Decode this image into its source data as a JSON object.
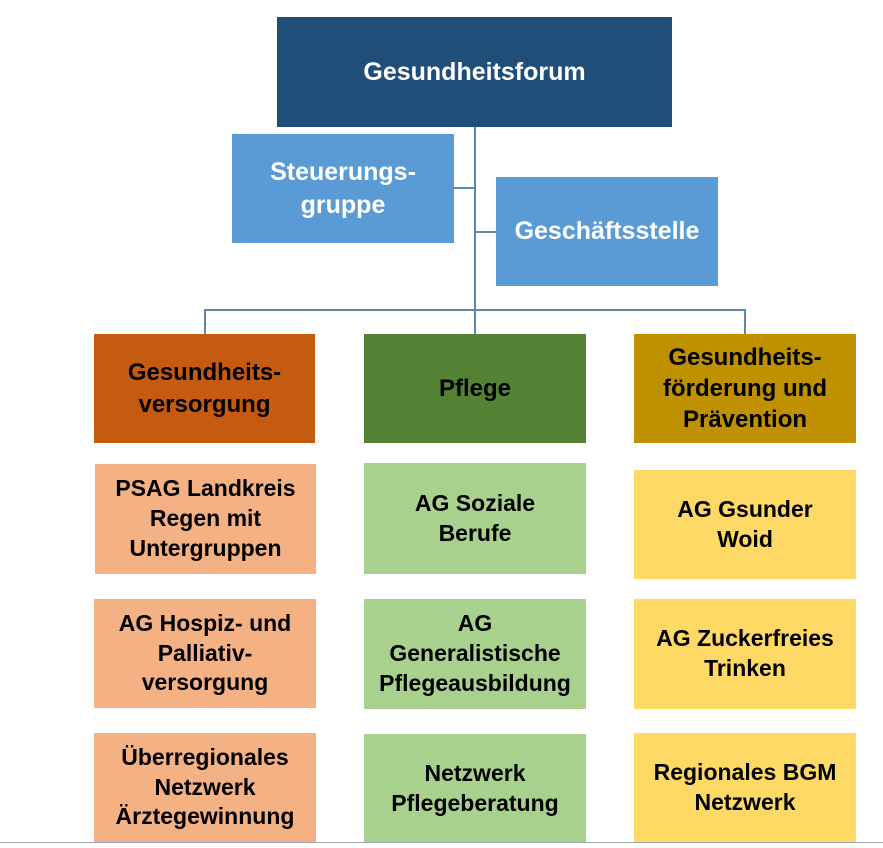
{
  "colors": {
    "top": "#1f4e79",
    "mid": "#5b9bd5",
    "col1_header": "#c55a11",
    "col2_header": "#548235",
    "col3_header": "#bf9000",
    "col1_item": "#f4b183",
    "col2_item": "#a9d18e",
    "col3_item": "#ffd966",
    "connector": "#5b87b3"
  },
  "top": {
    "label": "Gesundheitsforum"
  },
  "steuerungsgruppe": {
    "label": "Steuerungs-\ngruppe"
  },
  "geschaeftsstelle": {
    "label": "Geschäftsstelle"
  },
  "columns": [
    {
      "header": "Gesundheits-\nversorgung",
      "items": [
        "PSAG Landkreis\nRegen mit\nUntergruppen",
        "AG Hospiz- und\nPalliativ-\nversorgung",
        "Überregionales\nNetzwerk\nÄrztegewinnung"
      ]
    },
    {
      "header": "Pflege",
      "items": [
        "AG Soziale\nBerufe",
        "AG\nGeneralistische\nPflegeausbildung",
        "Netzwerk\nPflegeberatung"
      ]
    },
    {
      "header": "Gesundheits-\nförderung und\nPrävention",
      "items": [
        "AG Gsunder\nWoid",
        "AG Zuckerfreies\nTrinken",
        "Regionales BGM\nNetzwerk"
      ]
    }
  ]
}
